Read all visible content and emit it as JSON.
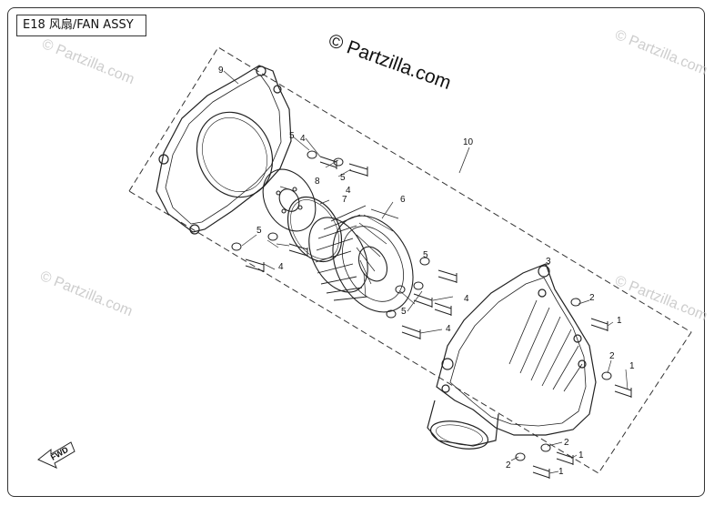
{
  "title": "E18 风扇/FAN ASSY",
  "watermark": "© Partzilla.com",
  "fwd_label": "FWD",
  "callouts": [
    "9",
    "5",
    "4",
    "5",
    "4",
    "8",
    "7",
    "6",
    "10",
    "5",
    "4",
    "5",
    "4",
    "5",
    "4",
    "3",
    "2",
    "1",
    "2",
    "1",
    "2",
    "1",
    "2",
    "1"
  ],
  "colors": {
    "line": "#222222",
    "watermark": "#bdbdbd"
  }
}
